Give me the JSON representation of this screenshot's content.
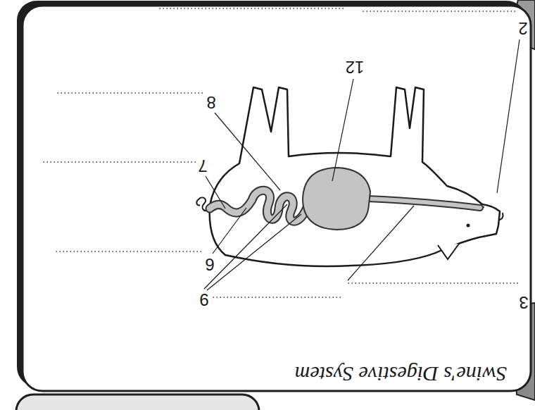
{
  "diagram": {
    "title": "Swine's Digestive System",
    "labels": [
      "3",
      "9",
      "6",
      "7",
      "8",
      "12",
      "2"
    ]
  }
}
